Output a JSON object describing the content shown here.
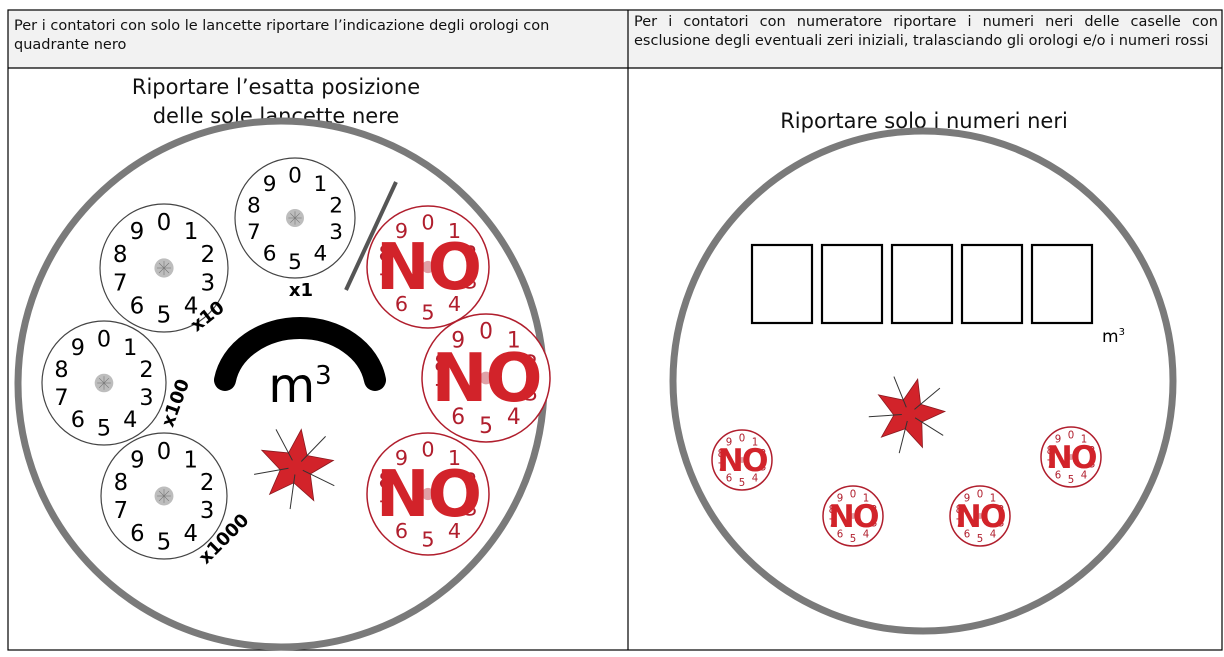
{
  "left_panel": {
    "header": "Per i contatori con solo le lancette riportare l’indicazione degli orologi con quadrante nero",
    "title_line1": "Riportare l’esatta posizione",
    "title_line2": "delle sole lancette nere",
    "unit_label": "m",
    "unit_exponent": "3",
    "dials": [
      {
        "multiplier": "x1"
      },
      {
        "multiplier": "x10"
      },
      {
        "multiplier": "x100"
      },
      {
        "multiplier": "x1000"
      }
    ],
    "red_dial_label": "NO"
  },
  "right_panel": {
    "header": "Per i contatori con numeratore riportare i numeri neri delle caselle con esclusione degli eventuali zeri iniziali, tralasciando gli orologi e/o i numeri rossi",
    "title": "Riportare solo i numeri neri",
    "unit_label": "m",
    "unit_exponent": "3",
    "box_count": 5,
    "red_dial_label": "NO"
  },
  "dial_digits": [
    "0",
    "1",
    "2",
    "3",
    "4",
    "5",
    "6",
    "7",
    "8",
    "9"
  ],
  "colors": {
    "header_bg": "#f2f2f2",
    "border": "#000000",
    "meter_rim": "#7a7a7a",
    "red": "#d2232a",
    "dark_red": "#b01e2d",
    "arc": "#000000"
  }
}
